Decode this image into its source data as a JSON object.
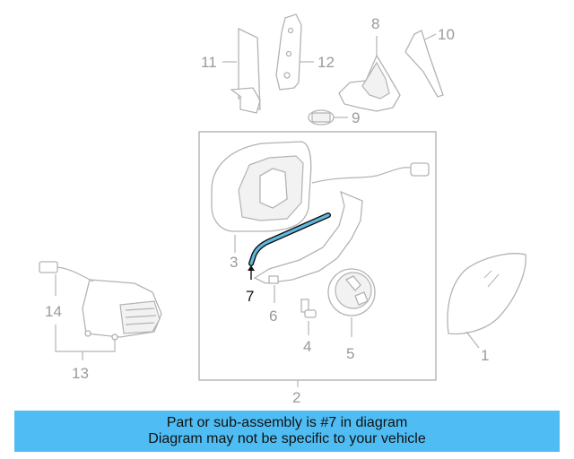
{
  "diagram": {
    "callouts": {
      "c1": "1",
      "c2": "2",
      "c3": "3",
      "c4": "4",
      "c5": "5",
      "c6": "6",
      "c7": "7",
      "c8": "8",
      "c9": "9",
      "c10": "10",
      "c11": "11",
      "c12": "12",
      "c13": "13",
      "c14": "14"
    },
    "highlighted_part": "7",
    "colors": {
      "highlight_part": "#5fb8de",
      "part_stroke": "#b3b3b3",
      "callout_text": "#9a9a9a"
    }
  },
  "notice": {
    "line1": "Part or sub-assembly is #7 in diagram",
    "line2": "Diagram may not be specific to your vehicle",
    "background": "#4fbdf3"
  }
}
